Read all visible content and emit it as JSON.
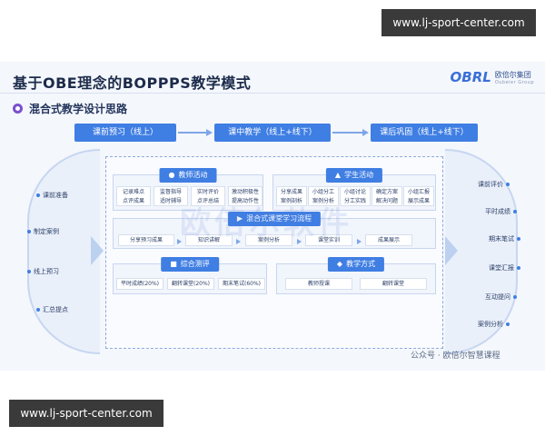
{
  "watermark_top": "www.lj-sport-center.com",
  "watermark_bottom": "www.lj-sport-center.com",
  "slide": {
    "title": "基于OBE理念的BOPPPS教学模式",
    "logo": {
      "mark": "OBRL",
      "name_cn": "欧倍尔集团",
      "name_en": "Oubeier Group"
    },
    "subtitle": "混合式教学设计思路",
    "phases": [
      "课前预习（线上）",
      "课中教学（线上+线下）",
      "课后巩固（线上+线下）"
    ],
    "left_items": [
      "课前准备",
      "制定案例",
      "线上预习",
      "汇总提点"
    ],
    "right_items": [
      "课前评价",
      "平时成绩",
      "期末笔试",
      "课堂汇报",
      "互动提问",
      "案例分析"
    ],
    "teacher": {
      "label": "教师活动",
      "cells": [
        "记录难点\n点评成果",
        "监督指导\n适时辅导",
        "实时评价\n点评总结",
        "激动积极性\n提高动作性"
      ]
    },
    "student": {
      "label": "学生活动",
      "cells": [
        "分享成果\n案例剖析",
        "小组分工\n案例分析",
        "小组讨论\n分工实践",
        "确定方案\n解决问题",
        "小组汇报\n展示成果"
      ]
    },
    "flow": {
      "label": "混合式课堂学习流程",
      "steps": [
        "分享预习成果",
        "知识讲解",
        "案例分析",
        "课堂实训",
        "成果展示"
      ]
    },
    "assessment": {
      "label": "综合测评",
      "items": [
        "平时成绩(20%)",
        "翻转课堂(20%)",
        "期末笔试(60%)"
      ]
    },
    "method": {
      "label": "教学方式",
      "items": [
        "教师授课",
        "翻转课堂"
      ]
    },
    "ghost_text": "欧倍尔软件",
    "credit": "公众号 · 欧倍尔智慧课程"
  },
  "colors": {
    "accent": "#3f7ee3",
    "bullet": "#7a4fd0",
    "title": "#1c2b4a"
  }
}
